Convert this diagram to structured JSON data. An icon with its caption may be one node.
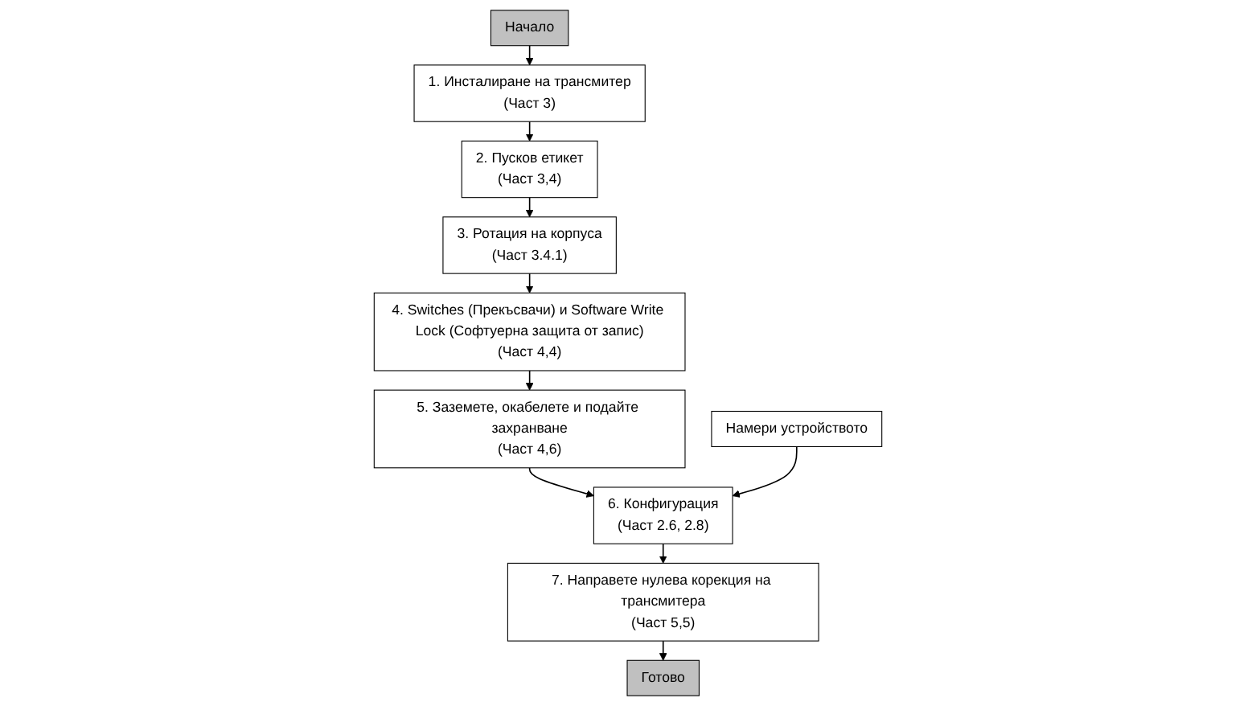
{
  "diagram": {
    "nodes": [
      {
        "text": [
          "Начало"
        ]
      },
      {
        "text": [
          "1. Инсталиране на трансмитер",
          "(Част 3)"
        ]
      },
      {
        "text": [
          "2. Пусков етикет",
          "(Част 3,4)"
        ]
      },
      {
        "text": [
          "3. Ротация на корпуса",
          "(Част 3.4.1)"
        ]
      },
      {
        "text": [
          "4. Switches (Прекъсвачи) и Software Write Lock (Софтуерна защита от запис)",
          "(Част 4,4)"
        ]
      },
      {
        "text": [
          "5. Заземете, окабелете и подайте захранване",
          "(Част 4,6)"
        ]
      },
      {
        "text": [
          "Намери устройството"
        ]
      },
      {
        "text": [
          "6. Конфигурация",
          "(Част 2.6, 2.8)"
        ]
      },
      {
        "text": [
          "7. Направете нулева корекция на трансмитера",
          "(Част 5,5)"
        ]
      },
      {
        "text": [
          "Готово"
        ]
      }
    ],
    "edges": [
      {
        "from": 0,
        "to": 1,
        "arrow": "to"
      },
      {
        "from": 1,
        "to": 2,
        "arrow": "to"
      },
      {
        "from": 2,
        "to": 3,
        "arrow": "to"
      },
      {
        "from": 3,
        "to": 4,
        "arrow": "to"
      },
      {
        "from": 4,
        "to": 5,
        "arrow": "to"
      },
      {
        "from": 5,
        "to": 7,
        "arrow": "to"
      },
      {
        "from": 6,
        "to": 7,
        "arrow": "to"
      },
      {
        "from": 7,
        "to": 8,
        "arrow": "to"
      },
      {
        "from": 8,
        "to": 9,
        "arrow": "to"
      }
    ]
  }
}
